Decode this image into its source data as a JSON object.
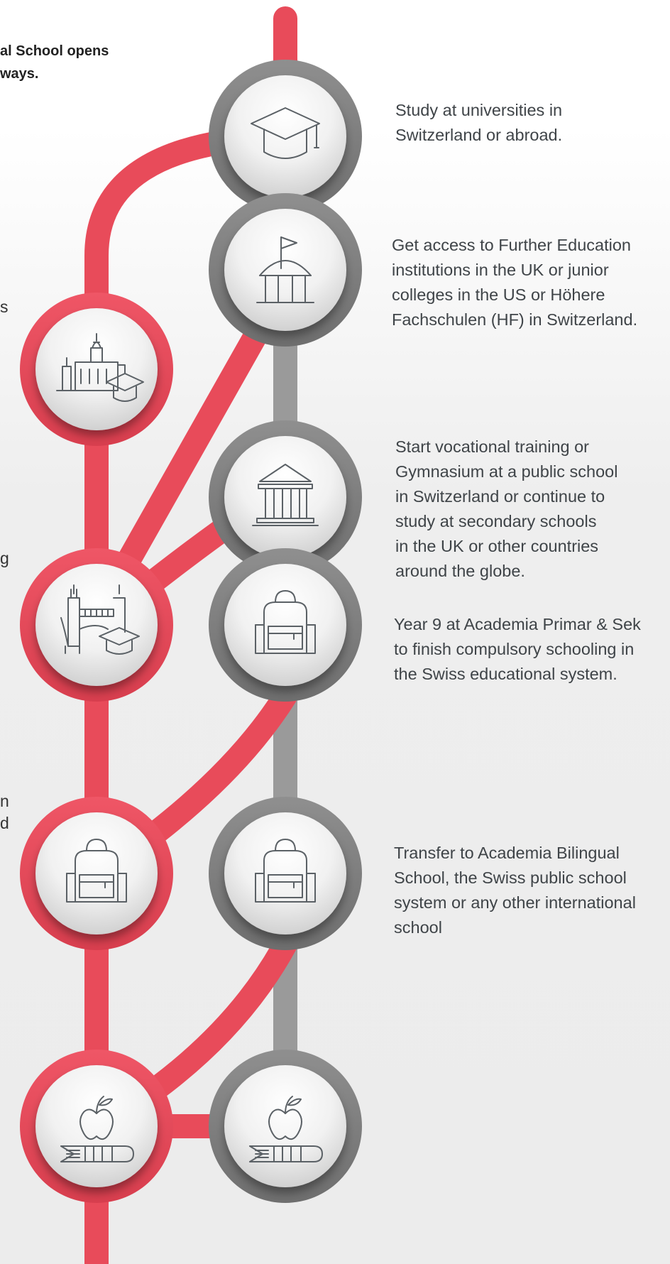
{
  "heading": "al School opens\nways.",
  "left_column_fragments": [
    "s",
    "g",
    "n",
    "d"
  ],
  "descriptions": [
    "Study at universities in\nSwitzerland or abroad.",
    "Get access to Further Education\ninstitutions in the UK or junior\ncolleges in the US or Höhere\nFachschulen (HF) in Switzerland.",
    "Start vocational training or\nGymnasium at a public school\nin Switzerland or continue to\nstudy at secondary schools\nin the UK or other countries\naround the globe.",
    "Year 9 at Academia Primar & Sek\nto finish compulsory schooling in\nthe Swiss educational system.",
    "Transfer to Academia Bilingual\nSchool, the Swiss public school\nsystem or any other international\nschool"
  ],
  "colors": {
    "red": "#e84b5a",
    "gray": "#9a9a9a",
    "dark_gray": "#7c7c7c",
    "icon_stroke": "#5b6166"
  },
  "icons": {
    "left": [
      "city-university-icon",
      "london-bridge-graduation-icon",
      "backpack-icon",
      "apple-book-icon"
    ],
    "right": [
      "graduation-cap-icon",
      "pavilion-flag-icon",
      "classical-building-icon",
      "backpack-icon",
      "backpack-icon",
      "apple-book-icon"
    ]
  }
}
